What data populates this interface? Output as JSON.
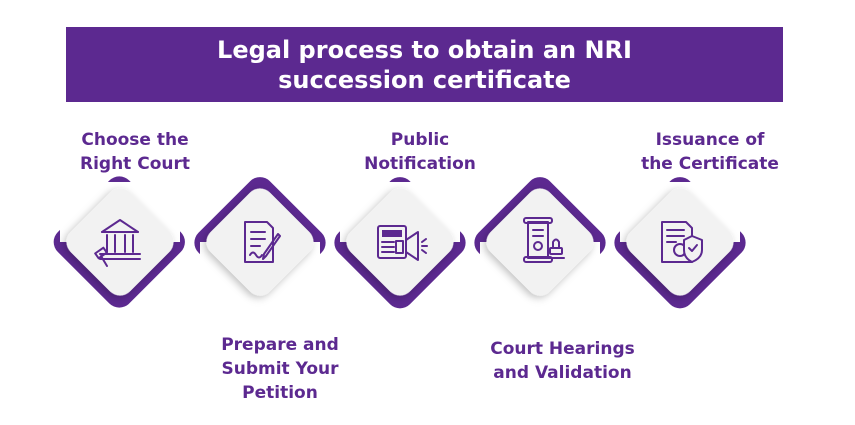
{
  "title": {
    "line1": "Legal process to obtain an NRI",
    "line2": "succession certificate"
  },
  "colors": {
    "primary": "#5c2990",
    "tile": "#f2f2f2",
    "icon": "#5c2990"
  },
  "steps": [
    {
      "line1": "Choose the",
      "line2": "Right Court",
      "line3": "",
      "icon": "court-gavel-icon"
    },
    {
      "line1": "Prepare and",
      "line2": "Submit Your",
      "line3": "Petition",
      "icon": "document-sign-icon"
    },
    {
      "line1": "Public",
      "line2": "Notification",
      "line3": "",
      "icon": "news-megaphone-icon"
    },
    {
      "line1": "Court Hearings",
      "line2": "and Validation",
      "line3": "",
      "icon": "scroll-seal-icon"
    },
    {
      "line1": "Issuance of",
      "line2": "the Certificate",
      "line3": "",
      "icon": "certificate-shield-icon"
    }
  ]
}
